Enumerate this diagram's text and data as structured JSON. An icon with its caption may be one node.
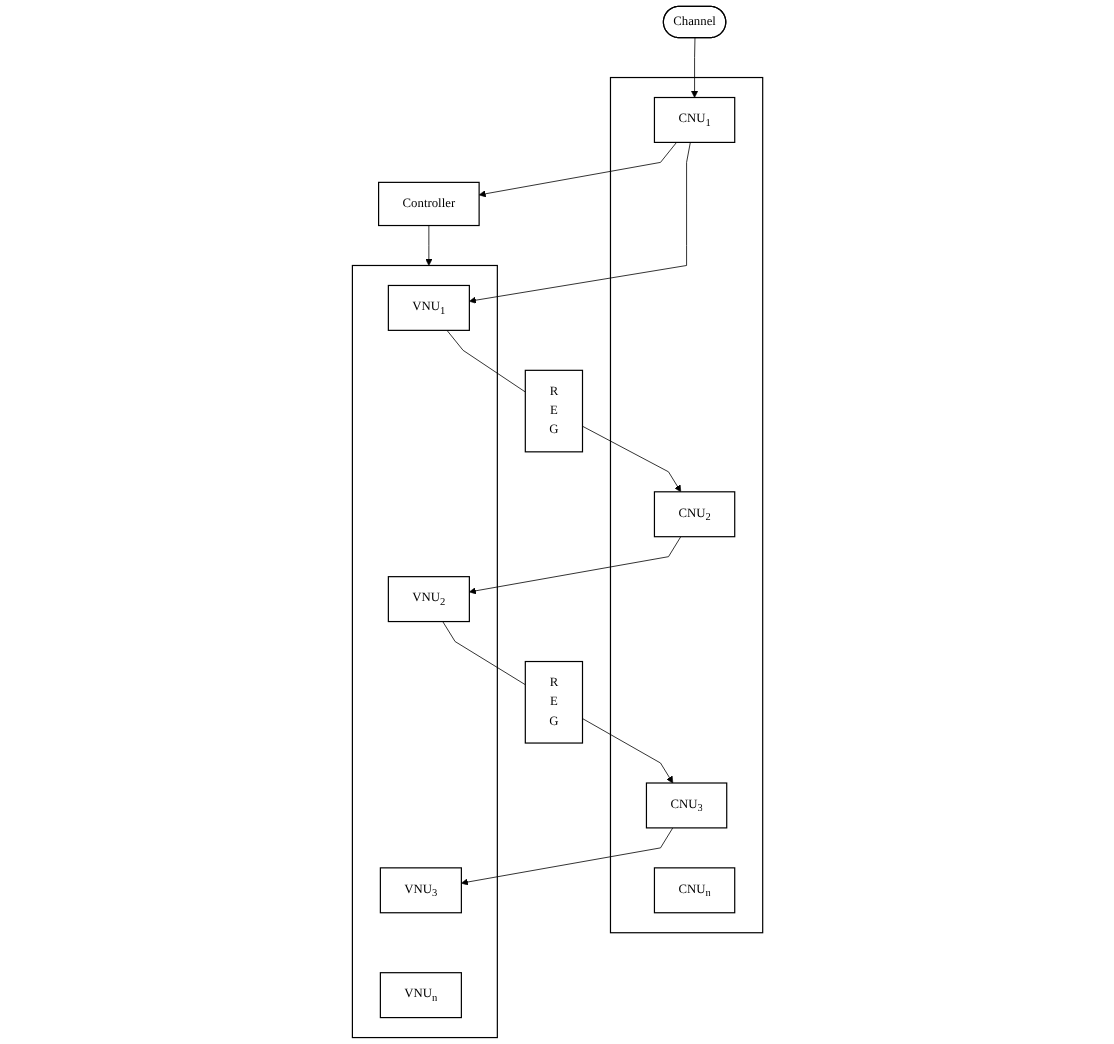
{
  "diagram": {
    "nodes": [
      {
        "text": [
          "Channel"
        ]
      },
      {
        "text": [
          "Controller"
        ]
      },
      {
        "text": [],
        "shape": "box"
      },
      {
        "text": [
          "CNU$_{1}$"
        ],
        "in": 2
      },
      {
        "text": [
          "CNU$_{2}$"
        ],
        "in": 2
      },
      {
        "text": [
          "CNU$_{3}$"
        ],
        "in": 2
      },
      {
        "text": [
          "CNU$_{n}$"
        ],
        "in": 2
      },
      {
        "text": [],
        "shape": "box"
      },
      {
        "text": [
          "VNU$_{1}$"
        ],
        "in": 7
      },
      {
        "text": [
          "VNU$_{2}$"
        ],
        "in": 7
      },
      {
        "text": [
          "VNU$_{3}$"
        ],
        "in": 7
      },
      {
        "text": [
          "VNU$_{n}$"
        ],
        "in": 7
      },
      {
        "text": [
          "R E G"
        ]
      },
      {
        "text": [
          "R E G"
        ]
      }
    ],
    "edges": [
      {
        "from": 0,
        "to": 3,
        "arrow": "to"
      },
      {
        "from": 3,
        "to": 1,
        "arrow": "to"
      },
      {
        "from": 1,
        "to": 7,
        "arrow": "to"
      },
      {
        "from": 3,
        "to": 8,
        "arrow": "to"
      },
      {
        "from": 8,
        "to": 12,
        "arrow": "none"
      },
      {
        "from": 12,
        "to": 4,
        "arrow": "to"
      },
      {
        "from": 4,
        "to": 9,
        "arrow": "to"
      },
      {
        "from": 9,
        "to": 13,
        "arrow": "none"
      },
      {
        "from": 13,
        "to": 5,
        "arrow": "to"
      },
      {
        "from": 5,
        "to": 10,
        "arrow": "to"
      }
    ]
  }
}
